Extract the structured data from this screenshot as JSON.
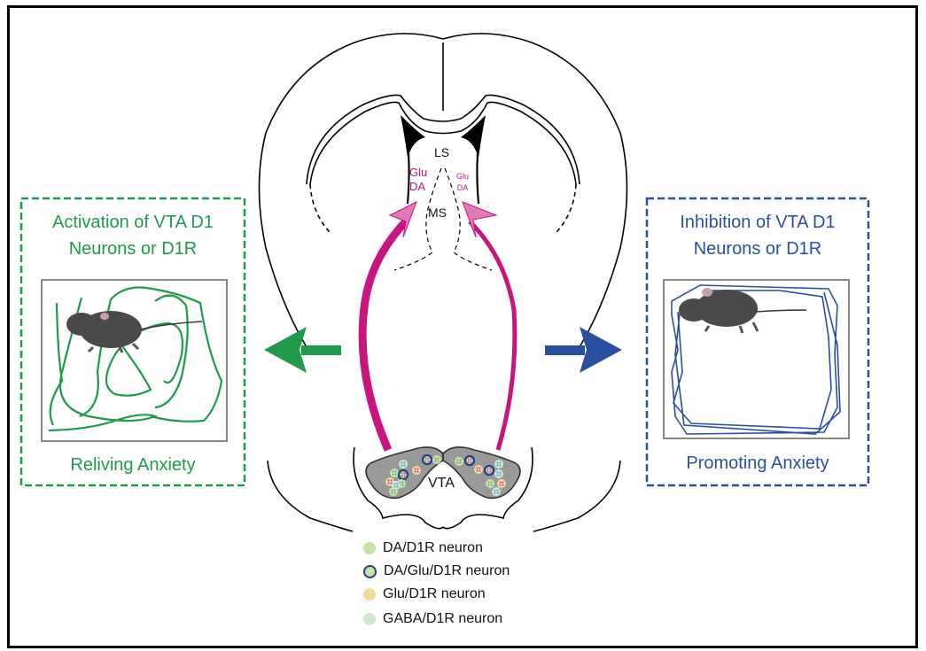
{
  "figure": {
    "left_panel": {
      "title_line1": "Activation of VTA D1",
      "title_line2": "Neurons or D1R",
      "caption": "Reliving Anxiety",
      "color": "#1f9a4b"
    },
    "right_panel": {
      "title_line1": "Inhibition of VTA D1",
      "title_line2": "Neurons or D1R",
      "caption": "Promoting Anxiety",
      "color": "#2b4fa0"
    },
    "brain": {
      "region_ls": "LS",
      "region_ms": "MS",
      "region_vta": "VTA",
      "left_projection_top": "Glu",
      "left_projection_bottom": "DA",
      "right_projection_top": "Glu",
      "right_projection_bottom": "DA",
      "projection_color": "#c8157f"
    },
    "legend": [
      {
        "label": "DA/D1R neuron",
        "icon": "green-neuron-icon"
      },
      {
        "label": "DA/Glu/D1R neuron",
        "icon": "ringed-neuron-icon"
      },
      {
        "label": "Glu/D1R neuron",
        "icon": "magenta-neuron-icon"
      },
      {
        "label": "GABA/D1R neuron",
        "icon": "blue-neuron-icon"
      }
    ]
  }
}
